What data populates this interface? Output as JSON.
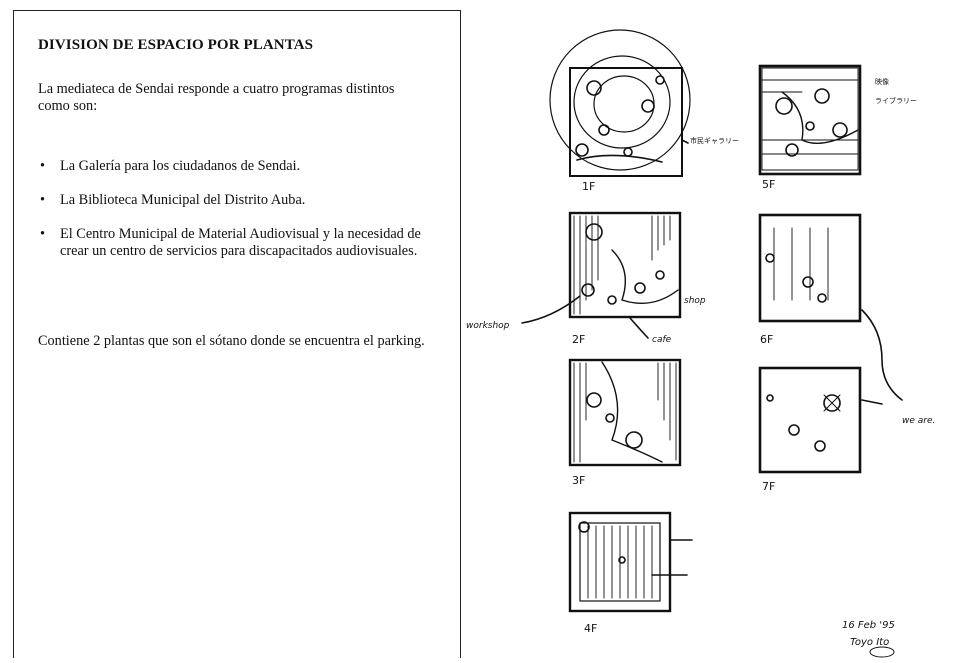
{
  "document": {
    "heading": "DIVISION DE ESPACIO POR PLANTAS",
    "intro": "La mediateca de Sendai responde a cuatro programas distintos como son:",
    "bullets": [
      "La Galería para los ciudadanos de Sendai.",
      "La Biblioteca Municipal del Distrito Auba.",
      "El Centro Municipal de Material Audiovisual y la necesidad de crear un centro de servicios para discapacitados audiovisuales."
    ],
    "closing": "Contiene 2 plantas que son el sótano donde se encuentra el parking.",
    "bullet_symbol": "•"
  },
  "sketch": {
    "floor_labels": [
      "1F",
      "5F",
      "2F",
      "6F",
      "3F",
      "7F",
      "4F"
    ],
    "annotations": {
      "workshop": "workshop",
      "shop": "shop",
      "cafe": "cafe",
      "we_are": "we are.",
      "signature_date": "16 Feb '95",
      "signature_name": "Toyo Ito"
    }
  }
}
